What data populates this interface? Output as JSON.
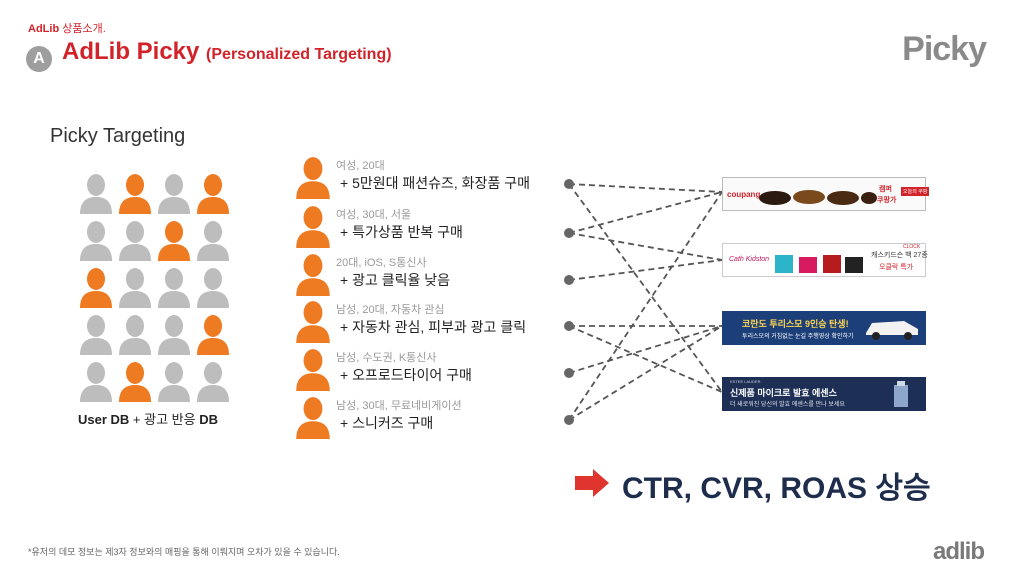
{
  "header": {
    "brand_prefix": "AdLib",
    "brand_suffix": "상품소개.",
    "badge": "A",
    "title": "AdLib Picky",
    "title_sub": "(Personalized Targeting)",
    "logo": "Picky"
  },
  "section_label": "Picky Targeting",
  "user_db": {
    "part1": "User DB",
    "part2": " + 광고 반응 ",
    "part3": "DB"
  },
  "profiles": [
    {
      "meta": "여성, 20대",
      "desc": "+ 5만원대 패션슈즈, 화장품 구매"
    },
    {
      "meta": "여성, 30대, 서울",
      "desc": "+ 특가상품 반복 구매"
    },
    {
      "meta": "20대, iOS, S통신사",
      "desc": "+ 광고 클릭율 낮음"
    },
    {
      "meta": "남성, 20대, 자동차 관심",
      "desc": "+ 자동차 관심, 피부과 광고 클릭"
    },
    {
      "meta": "남성, 수도권, K통신사",
      "desc": "+ 오프로드타이어 구매"
    },
    {
      "meta": "남성, 30대, 무료네비게이션",
      "desc": "+ 스니커즈 구매"
    }
  ],
  "ads": {
    "coupang": {
      "brand": "coupang",
      "text1": "캠퍼",
      "text2": "쿠팡가",
      "badge": "오늘의 쿠팡"
    },
    "cath": {
      "brand": "Cath Kidston",
      "text1": "캐스키드슨 백 27종",
      "text2": "오클락 특가",
      "badge": "CLOCK"
    },
    "car": {
      "text1": "코란도 투리스모 9인승 탄생!",
      "text2": "투리스모의 거침없는 눈길 주행영상 확인하기"
    },
    "estee": {
      "brand": "ESTEE LAUDER",
      "text1": "신제품 마이크로 발효 에센스",
      "text2": "더 새로워진 당신의 발효 에센스를 만나 보세요"
    }
  },
  "result": "CTR, CVR, ROAS 상승",
  "footnote": "*유저의 데모 정보는 제3자 정보와의 매핑을 통해 이뤄지며 오차가 있을 수 있습니다.",
  "footer_logo": "adlib",
  "colors": {
    "accent": "#d2232a",
    "orange": "#ee7a22",
    "gray_user": "#bdbdbd",
    "navy": "#1f2d4d"
  },
  "user_grid": [
    [
      "gray",
      "orange",
      "gray",
      "orange"
    ],
    [
      "gray",
      "gray",
      "orange",
      "gray"
    ],
    [
      "orange",
      "gray",
      "gray",
      "gray"
    ],
    [
      "gray",
      "gray",
      "gray",
      "orange"
    ],
    [
      "gray",
      "orange",
      "gray",
      "gray"
    ]
  ]
}
